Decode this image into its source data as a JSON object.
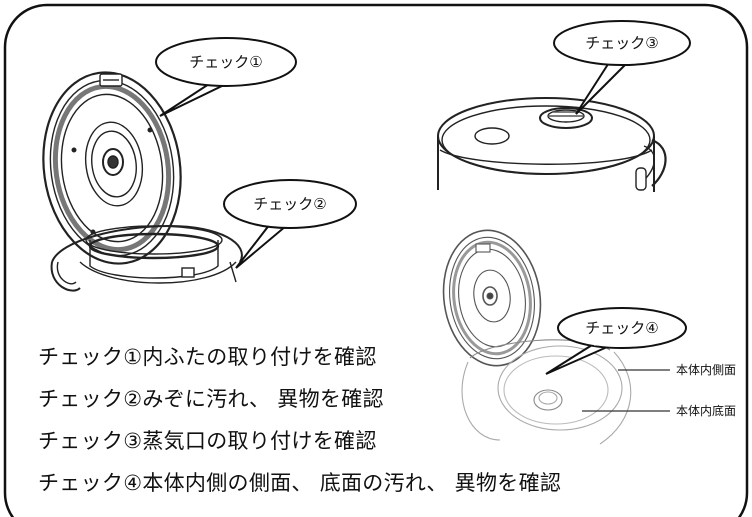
{
  "bubbles": {
    "check1": "チェック①",
    "check2": "チェック②",
    "check3": "チェック③",
    "check4": "チェック④"
  },
  "callouts": {
    "side": "本体内側面",
    "bottom": "本体内底面"
  },
  "checklist": [
    "チェック①内ふたの取り付けを確認",
    "チェック②みぞに汚れ、 異物を確認",
    "チェック③蒸気口の取り付けを確認",
    "チェック④本体内側の側面、 底面の汚れ、 異物を確認"
  ]
}
